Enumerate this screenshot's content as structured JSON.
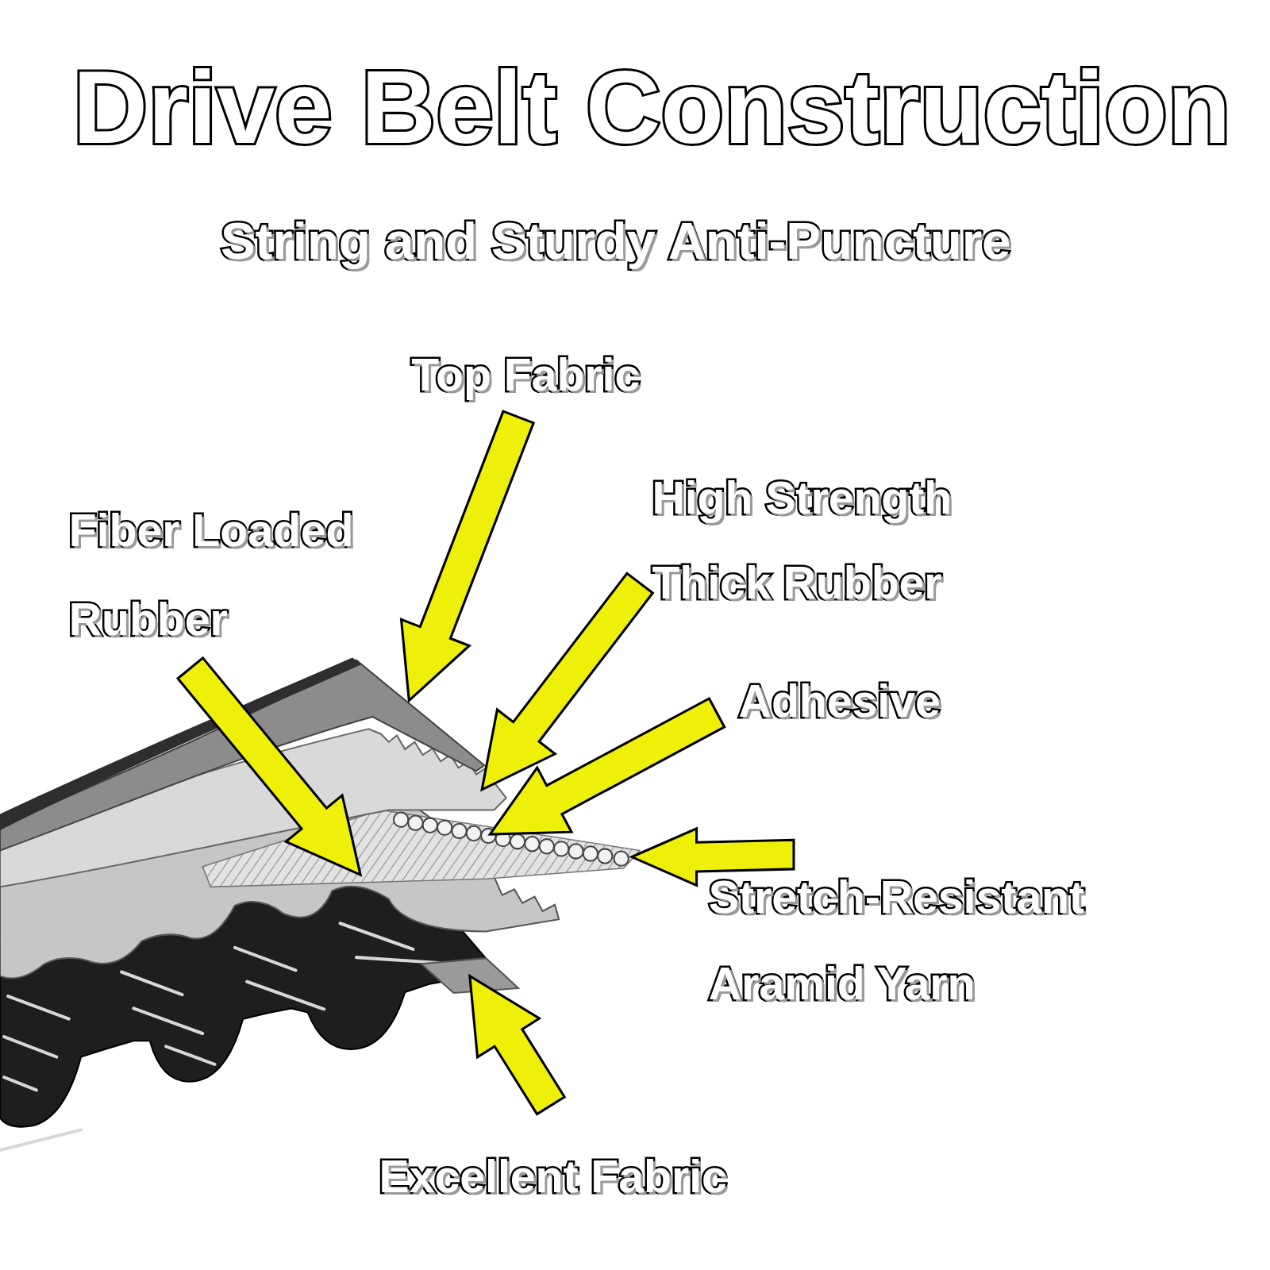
{
  "diagram": {
    "title": "Drive Belt Construction",
    "labels": [
      "String and Sturdy Anti-Puncture",
      "Top Fabric",
      "Fiber Loaded Rubber",
      "High Strength Thick Rubber",
      "Adhesive",
      "Stretch-Resistant Aramid Yarn",
      "Excellent Fabric"
    ]
  }
}
